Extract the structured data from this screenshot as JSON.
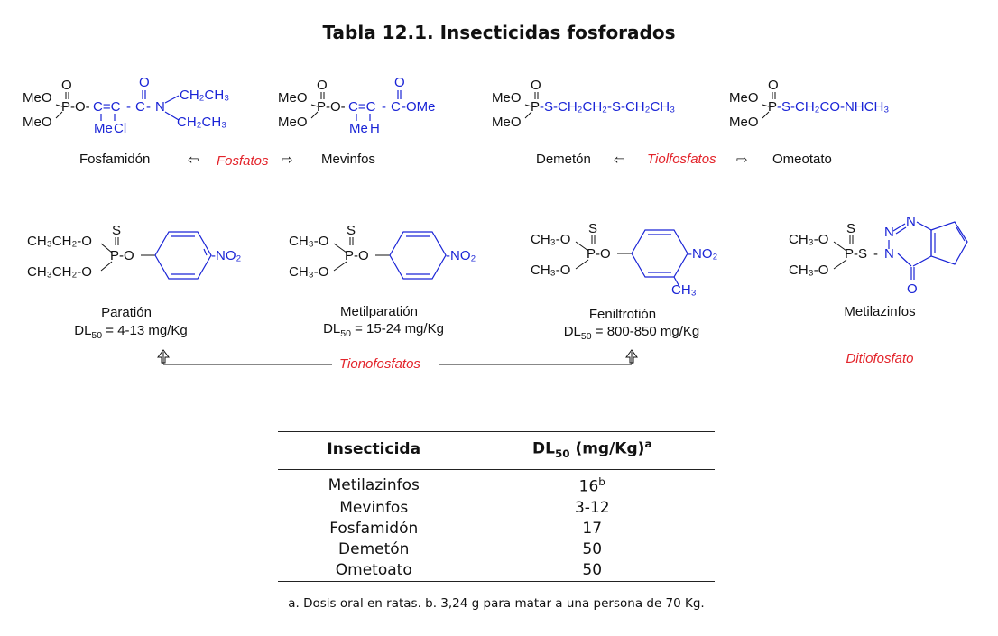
{
  "title": "Tabla 12.1. Insecticidas fosforados",
  "compounds": {
    "fosfamidon": "Fosfamidón",
    "mevinfos": "Mevinfos",
    "demeton": "Demetón",
    "omeotato": "Omeotato",
    "paration": "Paratión",
    "metilparation": "Metilparatión",
    "feniltrotion": "Feniltrotión",
    "metilazinfos": "Metilazinfos"
  },
  "groups": {
    "fosfatos": "Fosfatos",
    "tiolfosfatos": "Tiolfosfatos",
    "tionofosfatos": "Tionofosfatos",
    "ditiofosfato": "Ditiofosfato"
  },
  "dl50": {
    "prefix": "DL",
    "sub": "50",
    "paration": " = 4-13 mg/Kg",
    "metilparation": " = 15-24 mg/Kg",
    "feniltrotion": " = 800-850 mg/Kg"
  },
  "structure_text": {
    "meo": "MeO",
    "o": "O",
    "s": "S",
    "p_o": "P-O-",
    "c_eq_c": "C=C",
    "c": "C",
    "n": "N",
    "me": "Me",
    "cl": "Cl",
    "h": "H",
    "ome": "-OMe",
    "ch2ch3": "CH₂CH₃",
    "demeton_chain": "-S-CH₂CH₂-S-CH₂CH₃",
    "omeotato_chain": "-S-CH₂CO-NHCH₃",
    "ethoxy": "CH₃CH₂-O",
    "methoxy": "CH₃-O",
    "p": "P",
    "po": "P-O",
    "ps": "P-S",
    "no2": "-NO₂",
    "ch3": "CH₃",
    "nn": "N",
    "carbonyl_o": "O"
  },
  "table": {
    "header_insecticida": "Insecticida",
    "header_dl_main": "DL",
    "header_dl_sub": "50",
    "header_dl_unit": " (mg/Kg)",
    "header_dl_sup": "a",
    "rows": [
      {
        "name": "Metilazinfos",
        "value": "16",
        "sup": "b"
      },
      {
        "name": "Mevinfos",
        "value": "3-12",
        "sup": ""
      },
      {
        "name": "Fosfamidón",
        "value": "17",
        "sup": ""
      },
      {
        "name": "Demetón",
        "value": "50",
        "sup": ""
      },
      {
        "name": "Ometoato",
        "value": "50",
        "sup": ""
      }
    ],
    "footnote": "a. Dosis oral en ratas. b. 3,24 g para matar a una persona de 70 Kg."
  },
  "colors": {
    "blue": "#1a24d6",
    "red": "#e3242b",
    "black": "#111111"
  }
}
